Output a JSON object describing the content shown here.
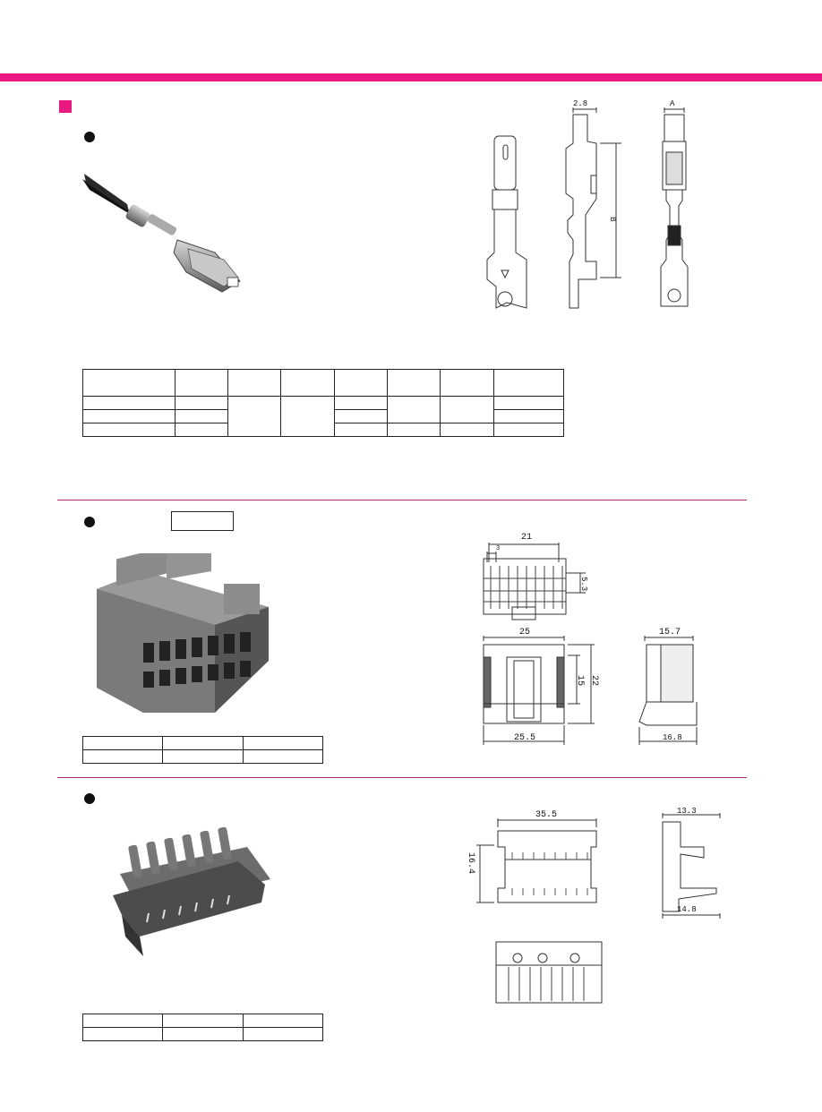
{
  "theme": {
    "accent": "#e8197f",
    "ink": "#111111",
    "line": "#222222"
  },
  "terminal_drawing": {
    "dim_width_1": "2.8",
    "dim_a": "A",
    "dim_b": "B"
  },
  "housing_drawing": {
    "dim_top": "21",
    "dim_small": "3",
    "dim_right": "5.3",
    "dim_front_top": "25",
    "dim_front_h1": "15",
    "dim_front_h2": "22",
    "dim_front_bottom": "25.5",
    "dim_side_top": "15.7",
    "dim_side_bottom": "16.8"
  },
  "header_drawing": {
    "dim_top": "35.5",
    "dim_height": "16.4",
    "dim_side_top": "13.3",
    "dim_side_bottom": "14.8"
  }
}
